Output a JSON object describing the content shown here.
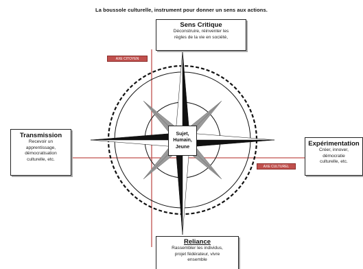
{
  "title": "La boussole culturelle, instrument pour donner un sens aux actions.",
  "center": {
    "line1": "Sujet,",
    "line2": "Humain,",
    "line3": "Jeune"
  },
  "north": {
    "heading": "Sens Critique",
    "line1": "Déconstruire, réinventer les",
    "line2": "règles de la vie en société,"
  },
  "west": {
    "heading": "Transmission",
    "line1": "Recevoir un",
    "line2": "apprentissage,",
    "line3": "démocratisation",
    "line4": "culturelle, etc."
  },
  "east": {
    "heading": "Expérimentation",
    "line1": "Créer, innover,",
    "line2": "démocratie",
    "line3": "culturelle, etc."
  },
  "south": {
    "heading": "Reliance",
    "line1": "Rassembler les individus,",
    "line2": "projet fédérateur, vivre",
    "line3": "ensemble"
  },
  "axes": {
    "citizen": "AXE CITOYEN",
    "cultural": "AXE CULTUREL"
  },
  "colors": {
    "axis": "#c0504d",
    "star_dark": "#111111",
    "star_grey": "#9a9a9a"
  }
}
